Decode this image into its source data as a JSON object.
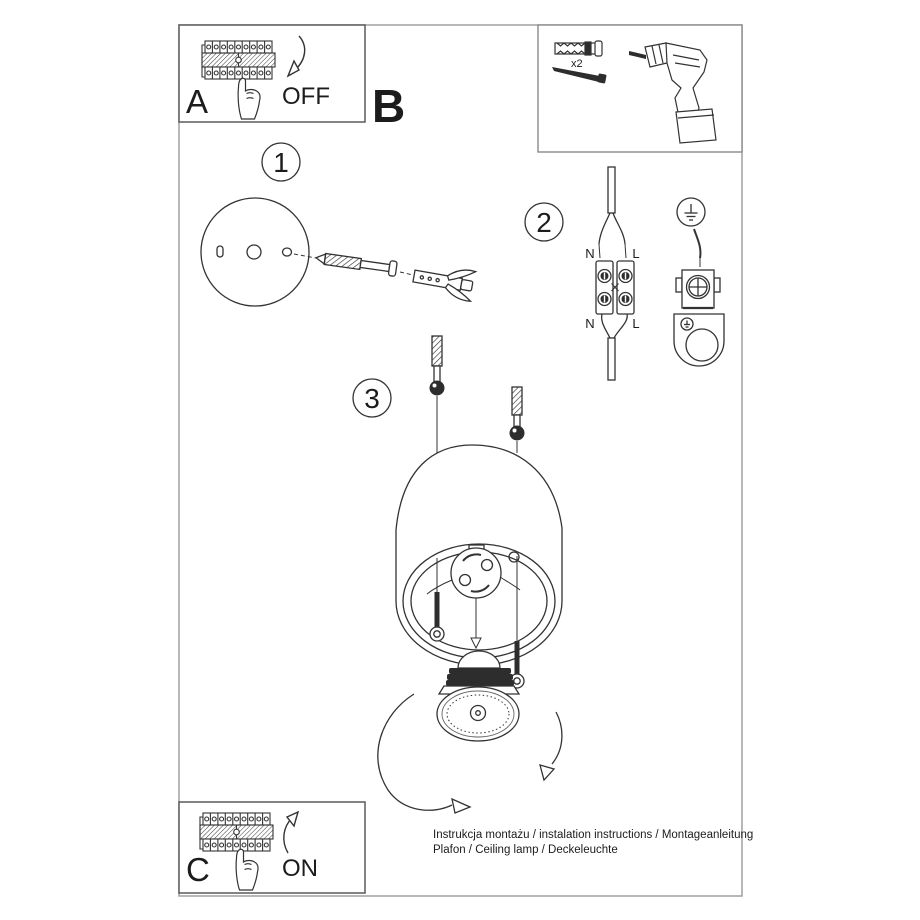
{
  "sheet": {
    "section_labels": {
      "a": "A",
      "b": "B",
      "c": "C"
    },
    "breaker_box_a": {
      "action_label": "OFF"
    },
    "breaker_box_c": {
      "action_label": "ON"
    },
    "parts_box": {
      "quantity_label": "x2"
    },
    "steps": {
      "step1_number": "1",
      "step2_number": "2",
      "step3_number": "3"
    },
    "wiring": {
      "neutral_top": "N",
      "live_top": "L",
      "neutral_bottom": "N",
      "live_bottom": "L"
    },
    "footer": {
      "line1": "Instrukcja montażu / instalation instructions / Montageanleitung",
      "line2": "Plafon / Ceiling lamp / Deckeleuchte"
    },
    "colors": {
      "ink": "#333333",
      "dark_fill": "#2d2d2d",
      "frame_gray": "#9a9a9a",
      "background": "#ffffff"
    },
    "icons": [
      "circuit-breaker-panel-icon",
      "pointing-hand-icon",
      "curved-arrow-down-icon",
      "curved-arrow-up-icon",
      "wall-plug-icon",
      "screw-icon",
      "drill-icon",
      "ceiling-plate-icon",
      "mains-cable-icon",
      "terminal-block-icon",
      "earth-symbol-icon",
      "ground-clamp-icon",
      "lamp-body-icon",
      "gu10-socket-icon",
      "spot-bulb-icon",
      "rotation-arrow-icon"
    ]
  }
}
